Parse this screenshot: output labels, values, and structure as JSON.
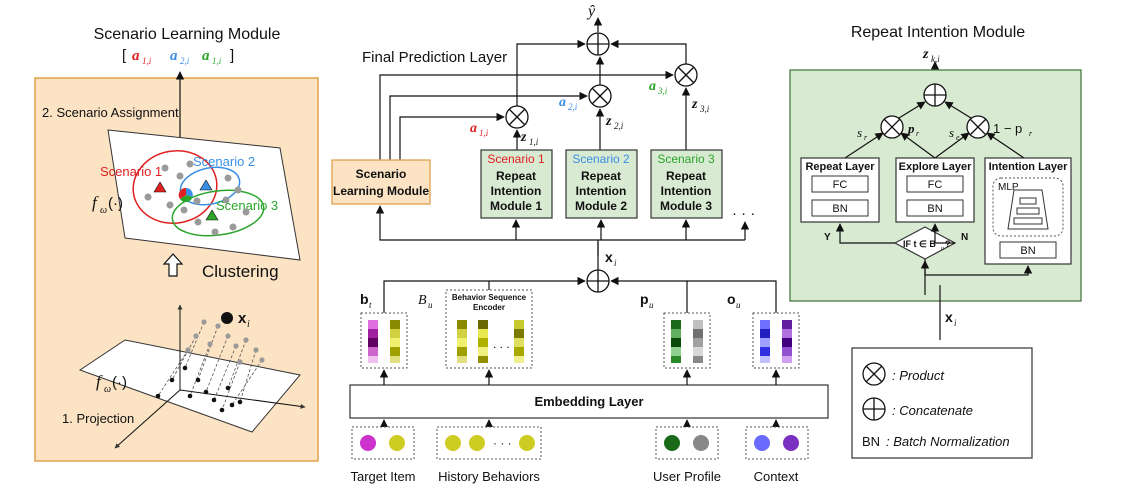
{
  "colors": {
    "orange_fill": "#fbe3c4",
    "orange_stroke": "#e0a24d",
    "green_fill": "#d9ead3",
    "green_stroke": "#4a7a44",
    "red": "#e02020",
    "blue": "#3a8ee6",
    "green": "#2aa52a"
  },
  "scenario_module": {
    "title": "Scenario Learning Module",
    "output_vec": {
      "open": "[",
      "a1": "a",
      "a1_sub": "1,i",
      "a2": "a",
      "a2_sub": "2,i",
      "a3": "a",
      "a3_sub": "1,i",
      "close": "]"
    },
    "step2": "2. Scenario Assignment",
    "step1": "1. Projection",
    "clustering": "Clustering",
    "f_upper": "f",
    "f_upper_sub": "ω",
    "f_upper_arg": "(·)",
    "f_lower": "f",
    "f_lower_sub": "ω",
    "f_lower_arg": "(·)",
    "scenarios": [
      "Scenario 1",
      "Scenario 2",
      "Scenario 3"
    ],
    "xi": "x",
    "xi_sub": "i"
  },
  "center": {
    "final_title": "Final Prediction Layer",
    "yhat": "ŷ",
    "weights": [
      {
        "a": "a",
        "a_sub": "1,i",
        "z": "z",
        "z_sub": "1,i"
      },
      {
        "a": "a",
        "a_sub": "2,i",
        "z": "z",
        "z_sub": "2,i"
      },
      {
        "a": "a",
        "a_sub": "3,i",
        "z": "z",
        "z_sub": "3,i"
      }
    ],
    "slm_box": [
      "Scenario",
      "Learning Module"
    ],
    "rim_boxes": [
      {
        "scenario": "Scenario 1",
        "lines": [
          "Repeat",
          "Intention",
          "Module 1"
        ]
      },
      {
        "scenario": "Scenario 2",
        "lines": [
          "Repeat",
          "Intention",
          "Module 2"
        ]
      },
      {
        "scenario": "Scenario 3",
        "lines": [
          "Repeat",
          "Intention",
          "Module 3"
        ]
      }
    ],
    "dots": "· · ·",
    "xi": "x",
    "xi_sub": "i",
    "features": {
      "bt": "b",
      "bt_sub": "t",
      "bu": "B",
      "bu_sub": "u",
      "pu": "p",
      "pu_sub": "u",
      "ou": "o",
      "ou_sub": "u"
    },
    "encoder": [
      "Behavior Sequence",
      "Encoder"
    ],
    "embed_dots": ". . .",
    "embedding_layer": "Embedding Layer",
    "input_dots": "· · ·",
    "inputs": [
      "Target Item",
      "History Behaviors",
      "User Profile",
      "Context"
    ]
  },
  "rim": {
    "title": "Repeat Intention Module",
    "zki": "z",
    "zki_sub": "k,i",
    "sr": "s",
    "sr_sub": "r",
    "pr": "p",
    "pr_sub": "r",
    "se": "s",
    "se_sub": "e",
    "one_minus_pr": "1 − p",
    "one_minus_pr_sub": "r",
    "layers": [
      "Repeat Layer",
      "Explore Layer",
      "Intention Layer"
    ],
    "fc": "FC",
    "bn": "BN",
    "mlp": "MLP",
    "cond": "IF t ∈ B",
    "cond_sub": "u",
    "cond_q": "?",
    "yes": "Y",
    "no": "N",
    "xi": "x",
    "xi_sub": "i"
  },
  "legend": {
    "product": ": Product",
    "concat": ": Concatenate",
    "bn_label": "BN",
    "bn": ": Batch Normalization"
  }
}
